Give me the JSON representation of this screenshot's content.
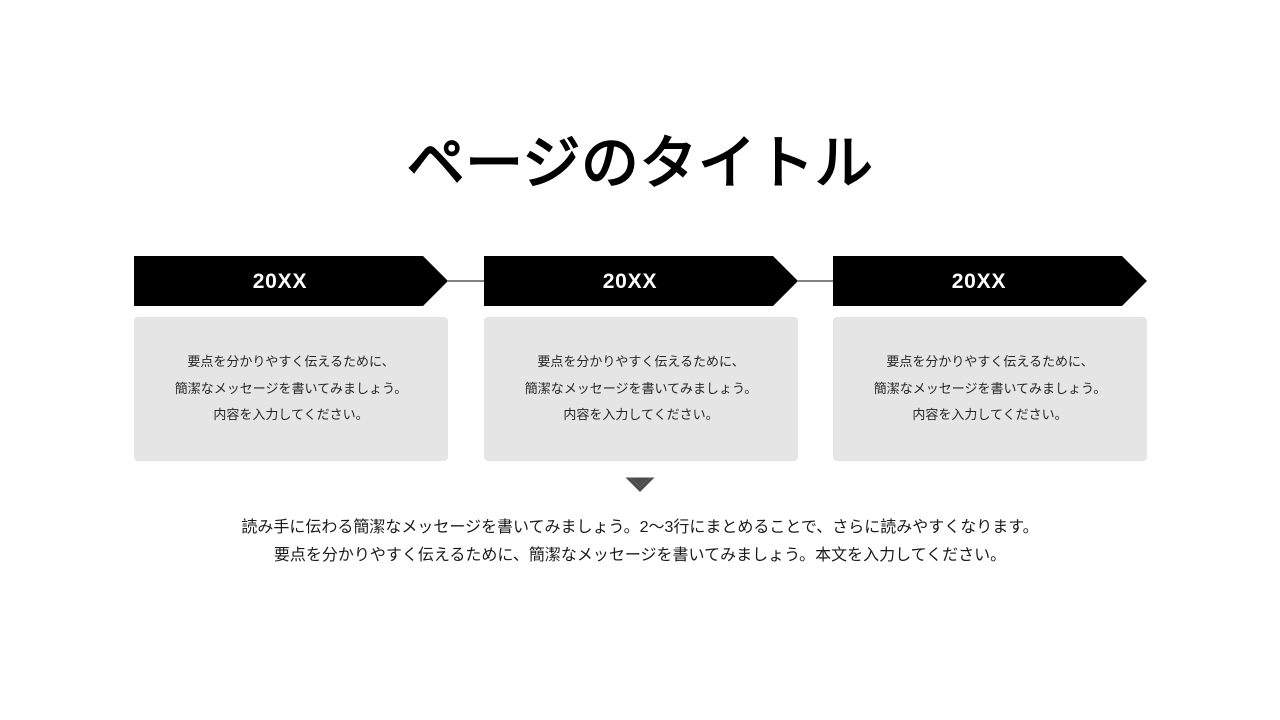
{
  "slide": {
    "background_color": "#ffffff",
    "title": "ページのタイトル"
  },
  "colors": {
    "banner_fill": "#000000",
    "banner_text": "#ffffff",
    "card_fill": "#e5e5e5",
    "card_text": "#262626",
    "connector": "#808080",
    "chevron": "#4d4d4d",
    "title_text": "#000000",
    "footer_text": "#1a1a1a"
  },
  "timeline": {
    "steps": [
      {
        "label": "20XX",
        "body": "要点を分かりやすく伝えるために、\n簡潔なメッセージを書いてみましょう。\n内容を入力してください。"
      },
      {
        "label": "20XX",
        "body": "要点を分かりやすく伝えるために、\n簡潔なメッセージを書いてみましょう。\n内容を入力してください。"
      },
      {
        "label": "20XX",
        "body": "要点を分かりやすく伝えるために、\n簡潔なメッセージを書いてみましょう。\n内容を入力してください。"
      }
    ]
  },
  "chevron": {
    "icon": "chevron-down-icon"
  },
  "footer": {
    "text": "読み手に伝わる簡潔なメッセージを書いてみましょう。2〜3行にまとめることで、さらに読みやすくなります。\n要点を分かりやすく伝えるために、簡潔なメッセージを書いてみましょう。本文を入力してください。"
  }
}
